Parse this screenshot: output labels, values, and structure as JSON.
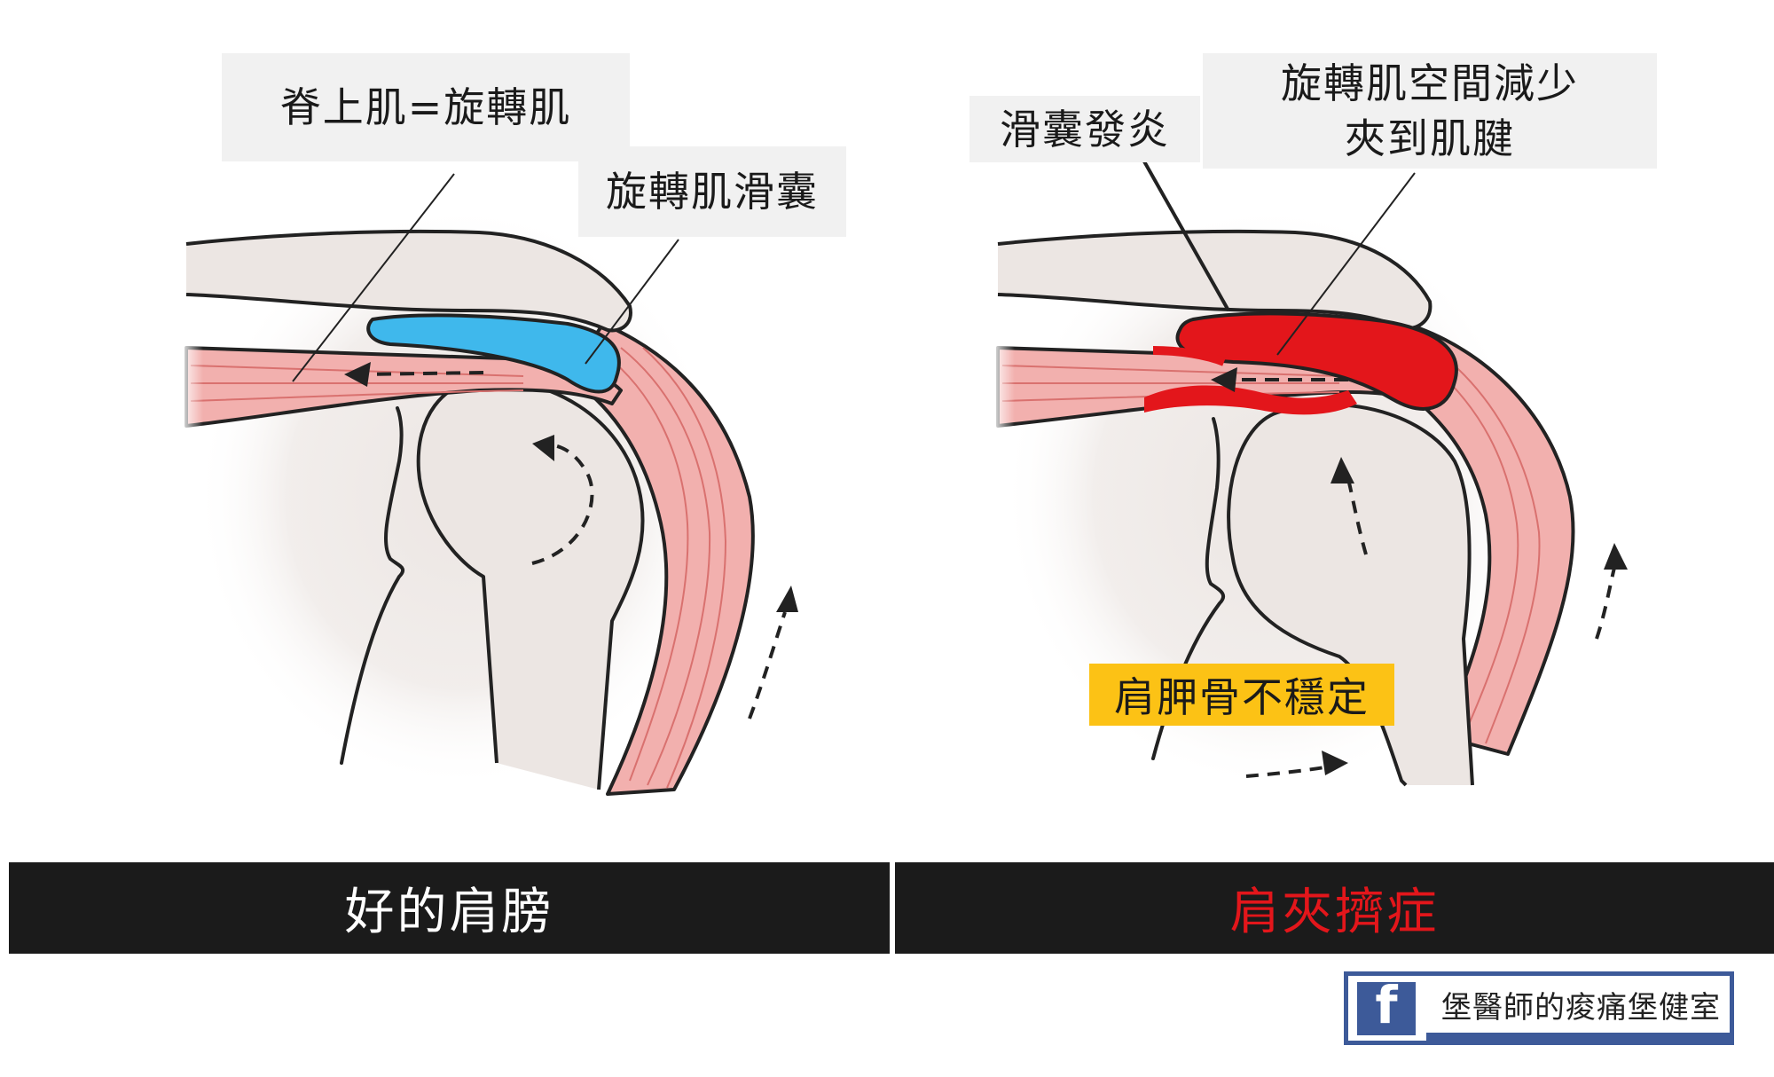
{
  "left_panel": {
    "labels": {
      "supraspinatus": "脊上肌=旋轉肌",
      "bursa": "旋轉肌滑囊"
    },
    "caption": "好的肩膀"
  },
  "right_panel": {
    "labels": {
      "bursitis": "滑囊發炎",
      "space_line1": "旋轉肌空間減少",
      "space_line2": "夾到肌腱",
      "scapula": "肩胛骨不穩定"
    },
    "caption": "肩夾擠症"
  },
  "badge": {
    "icon": "facebook-icon",
    "icon_glyph": "f",
    "text": "堡醫師的痠痛堡健室"
  },
  "colors": {
    "bone": "#ece6e3",
    "muscle": "#f2b0ae",
    "bursa_normal": "#3fb8ec",
    "bursa_inflamed": "#e3161b",
    "caption_bar": "#1b1b1b",
    "caption_good_text": "#ffffff",
    "caption_bad_text": "#e3161b",
    "highlight": "#fcc215",
    "facebook": "#3d5a99"
  }
}
